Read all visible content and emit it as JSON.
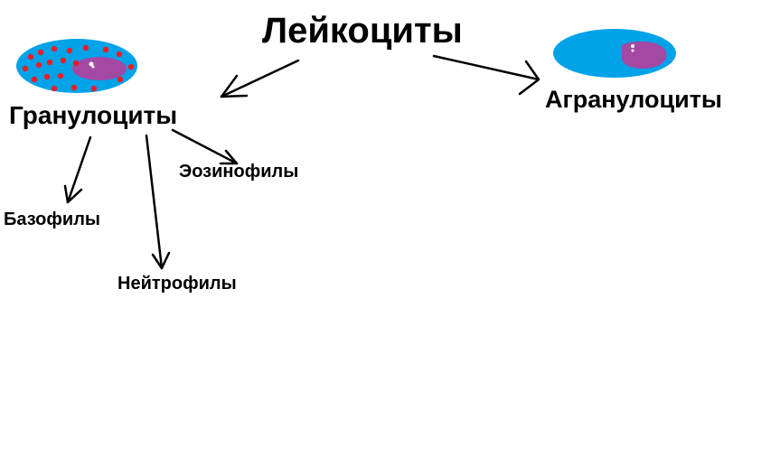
{
  "diagram": {
    "root": {
      "label": "Лейкоциты"
    },
    "branches": {
      "granulocytes": {
        "label": "Гранулоциты",
        "children": {
          "eosinophils": "Эозинофилы",
          "basophils": "Базофилы",
          "neutrophils": "Нейтрофилы"
        }
      },
      "agranulocytes": {
        "label": "Агранулоциты"
      }
    }
  },
  "colors": {
    "cell_cytoplasm": "#00a2e8",
    "cell_nucleus": "#a349a4",
    "granule": "#ed1c24",
    "stroke": "#000000",
    "background": "#ffffff"
  }
}
